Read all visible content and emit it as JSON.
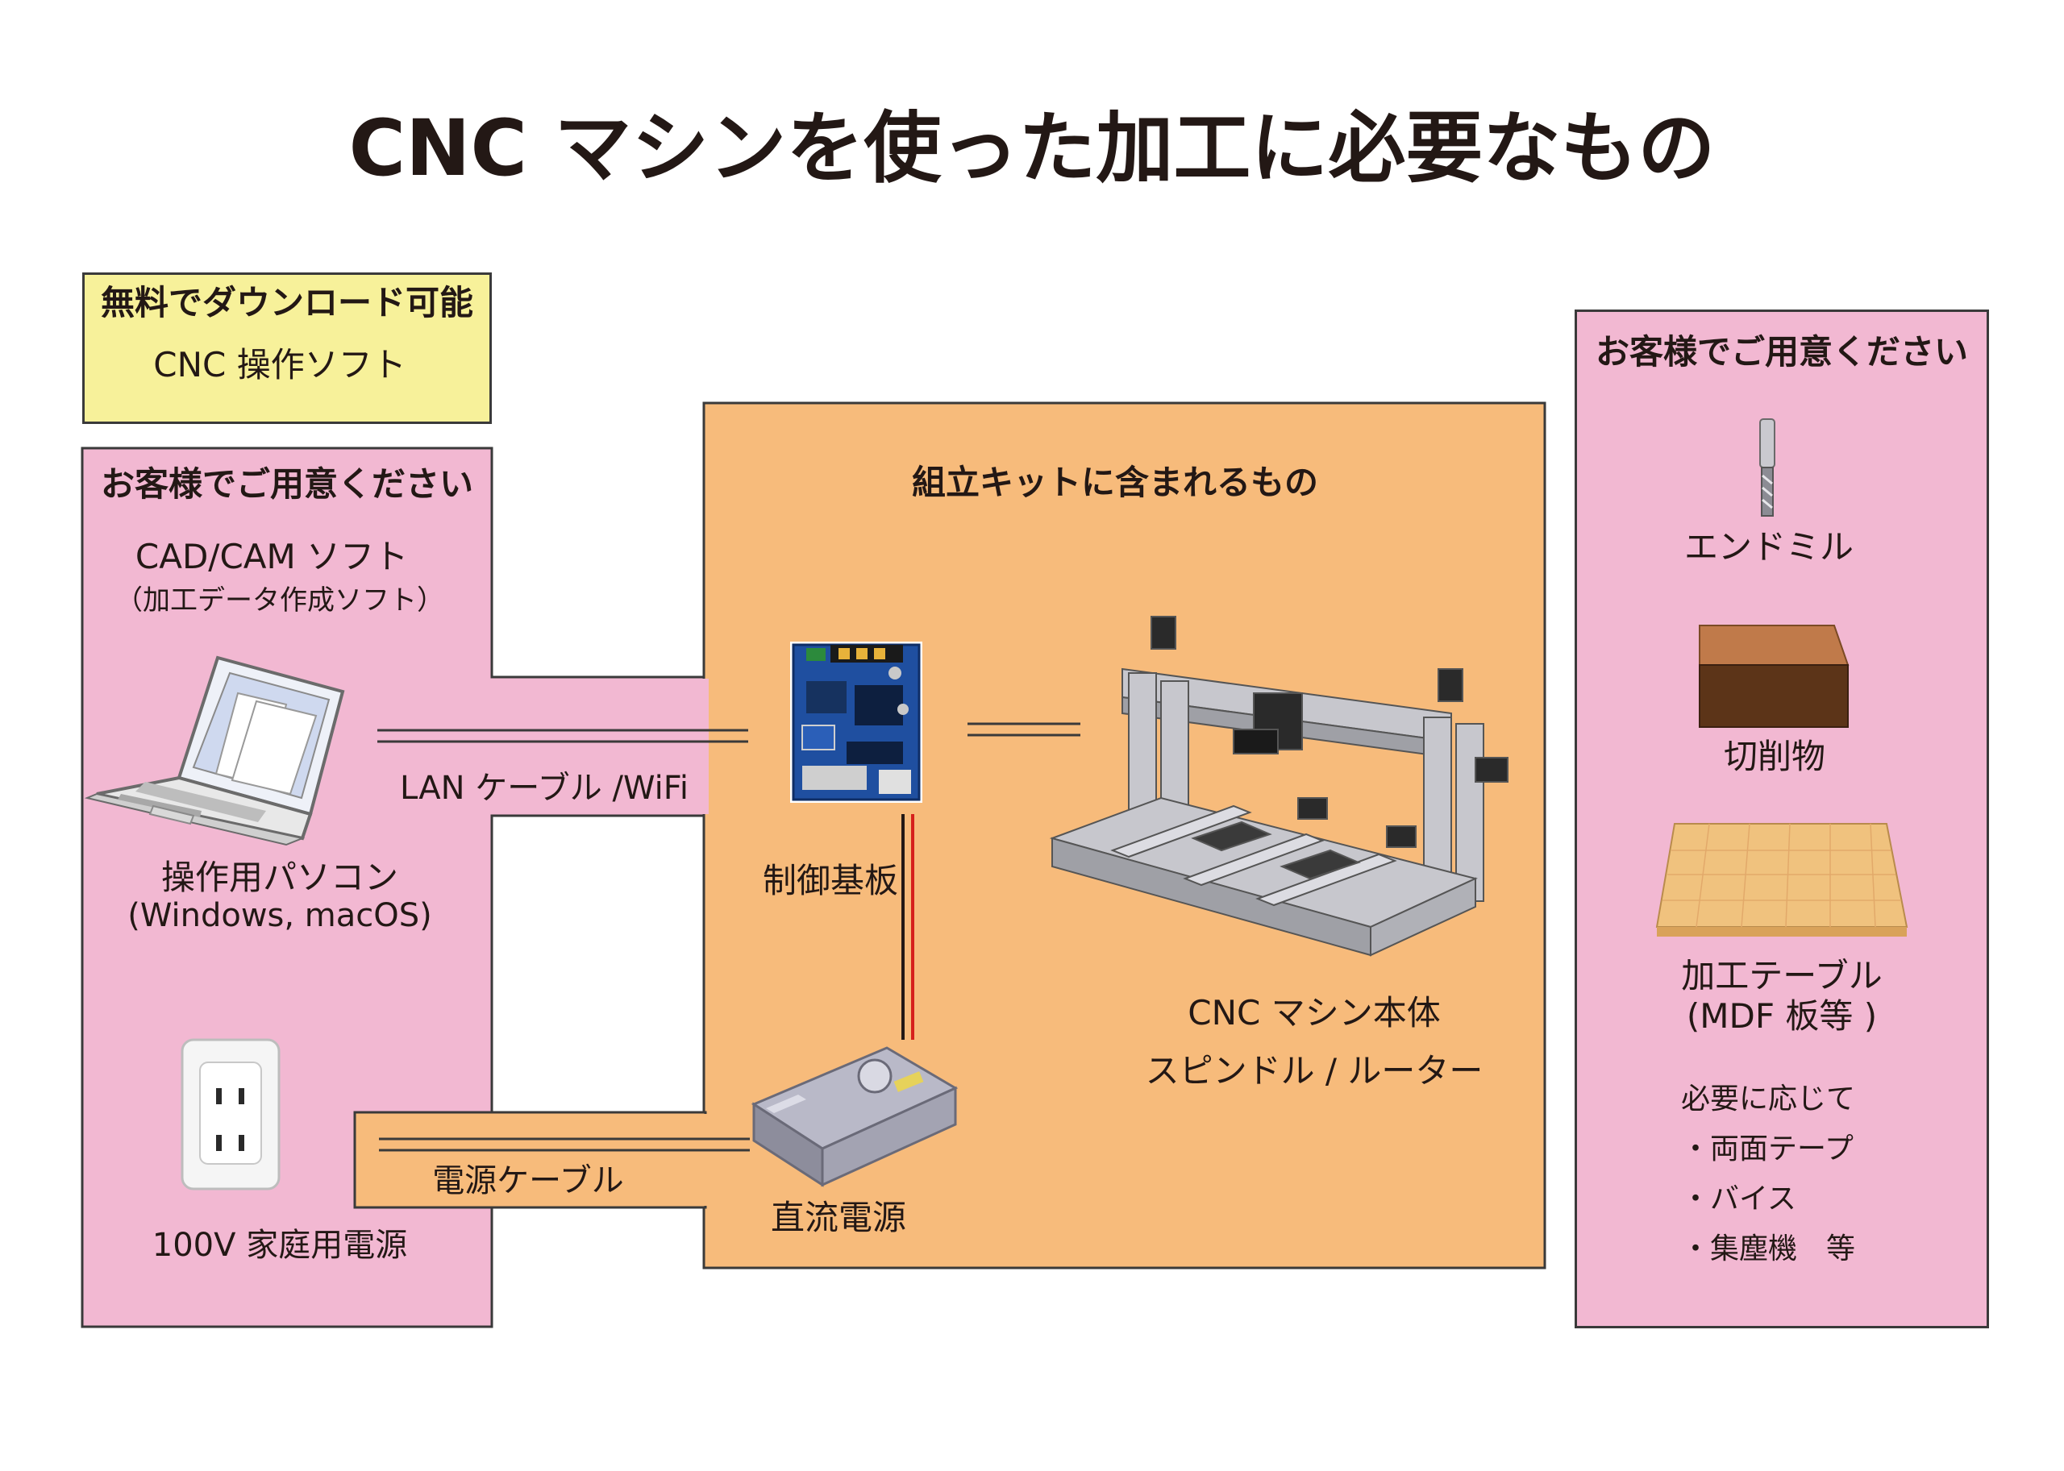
{
  "title": "CNC マシンを使った加工に必要なもの",
  "free_box": {
    "header": "無料でダウンロード可能",
    "item": "CNC 操作ソフト"
  },
  "left_panel": {
    "header": "お客様でご用意ください",
    "software": "CAD/CAM ソフト",
    "software_note": "（加工データ作成ソフト）",
    "pc_label": "操作用パソコン",
    "pc_os": "(Windows, macOS)",
    "outlet_label": "100V 家庭用電源"
  },
  "kit_panel": {
    "header": "組立キットに含まれるもの",
    "board_label": "制御基板",
    "psu_label": "直流電源",
    "machine_label": "CNC マシン本体",
    "spindle_label": "スピンドル / ルーター"
  },
  "connections": {
    "lan": "LAN ケーブル /WiFi",
    "power": "電源ケーブル"
  },
  "right_panel": {
    "header": "お客様でご用意ください",
    "endmill": "エンドミル",
    "workpiece": "切削物",
    "table": "加工テーブル",
    "table_note": "(MDF 板等 )",
    "optional_header": "必要に応じて",
    "optional_items": [
      "・両面テープ",
      "・バイス",
      "・集塵機　等"
    ]
  },
  "colors": {
    "pink": "#f2b8d2",
    "yellow": "#f7f19a",
    "orange": "#f7bb7b",
    "line": "#3a3a3a",
    "power_red": "#d6201c"
  }
}
